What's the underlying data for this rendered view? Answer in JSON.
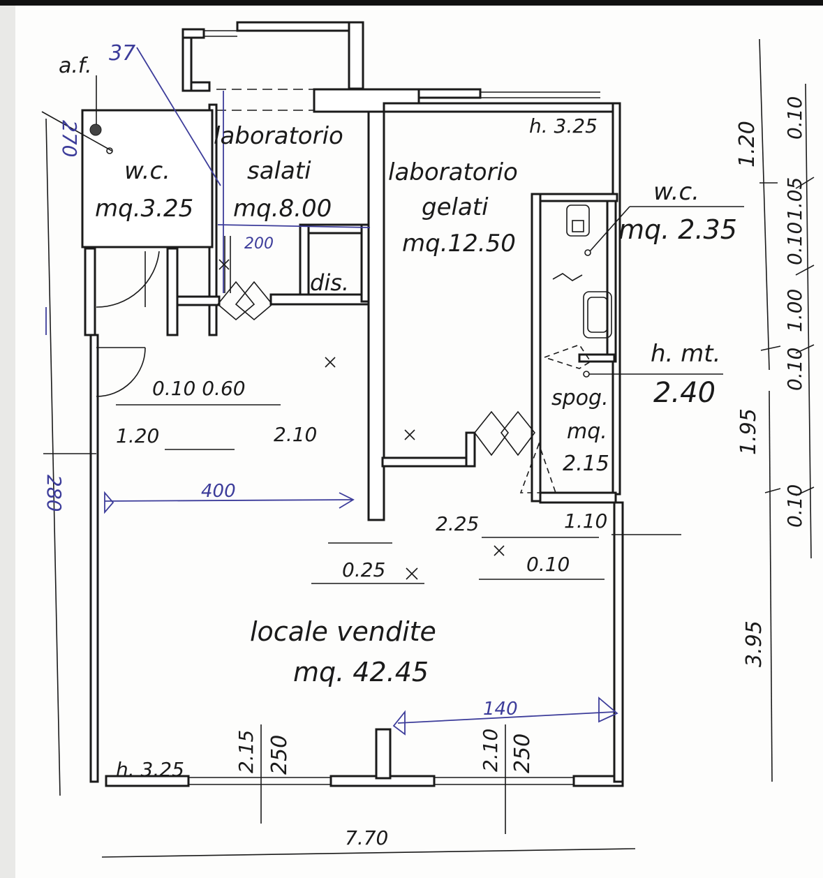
{
  "rooms": {
    "wc1": {
      "name": "w.c.",
      "area": "mq.3.25"
    },
    "lab_salati": {
      "name1": "laboratorio",
      "name2": "salati",
      "area": "mq.8.00"
    },
    "lab_gelati": {
      "name1": "laboratorio",
      "name2": "gelati",
      "area": "mq.12.50"
    },
    "wc2": {
      "name": "w.c.",
      "area": "mq. 2.35"
    },
    "dis": {
      "name": "dis."
    },
    "spog": {
      "name": "spog.",
      "area1": "mq.",
      "area2": "2.15"
    },
    "vendite": {
      "name": "locale  vendite",
      "area": "mq. 42.45"
    }
  },
  "heights": {
    "top_right": "h. 3.25",
    "bottom_left": "h. 3.25",
    "hmt_label": "h. mt.",
    "hmt_value": "2.40"
  },
  "annotations": {
    "af": "a.f.",
    "af_num": "37",
    "left_num": "270",
    "left_num2": "280",
    "arrow1": "400",
    "arrow2": "200",
    "arrow3": "140"
  },
  "dimensions": {
    "d010_060": "0.10 0.60",
    "d120": "1.20",
    "d210": "2.10",
    "d225": "2.25",
    "d110": "1.10",
    "d025": "0.25",
    "d010b": "0.10",
    "d770": "7.70",
    "window1_top": "2.15",
    "window1_bottom": "250",
    "window2_top": "2.10",
    "window2_bottom": "250"
  },
  "right_dims": {
    "d120": "1.20",
    "d105": "1.05",
    "d010a": "0.10",
    "d010b": "0.10",
    "d100": "1.00",
    "d010c": "0.10",
    "d195": "1.95",
    "d010d": "0.10",
    "d395": "3.95"
  }
}
